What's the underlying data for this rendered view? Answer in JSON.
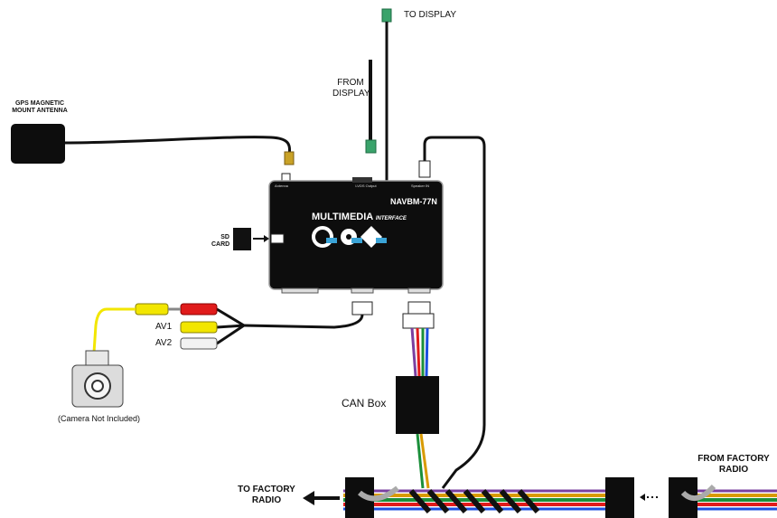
{
  "labels": {
    "to_display": "TO DISPLAY",
    "from_display_line1": "FROM",
    "from_display_line2": "DISPLAY",
    "gps_line1": "GPS MAGNETIC",
    "gps_line2": "MOUNT ANTENNA",
    "sd_line1": "SD",
    "sd_line2": "CARD",
    "av1": "AV1",
    "av2": "AV2",
    "camera_note": "(Camera Not Included)",
    "can_box": "CAN Box",
    "to_factory_line1": "TO FACTORY",
    "to_factory_line2": "RADIO",
    "from_factory_line1": "FROM FACTORY",
    "from_factory_line2": "RADIO"
  },
  "module": {
    "model": "NAVBM-77N",
    "brand": "MULTIMEDIA",
    "brand_suffix": "INTERFACE",
    "port_antenna": "Antenna",
    "port_lvds": "LVDS Output",
    "port_speaker": "Speaker IN"
  },
  "colors": {
    "cable": "#111111",
    "camera_cable": "#f2e600",
    "rca_red": "#e01b1b",
    "rca_yellow": "#f2e600",
    "rca_white": "#f2f2f2",
    "module_body": "#0d0d0d",
    "connector_green": "#3aa36b",
    "connector_gold": "#c9a227",
    "arrow": "#111111"
  },
  "icons": [
    "gps-antenna-icon",
    "sd-card-icon",
    "camera-icon",
    "cd-icon",
    "steering-icon"
  ]
}
